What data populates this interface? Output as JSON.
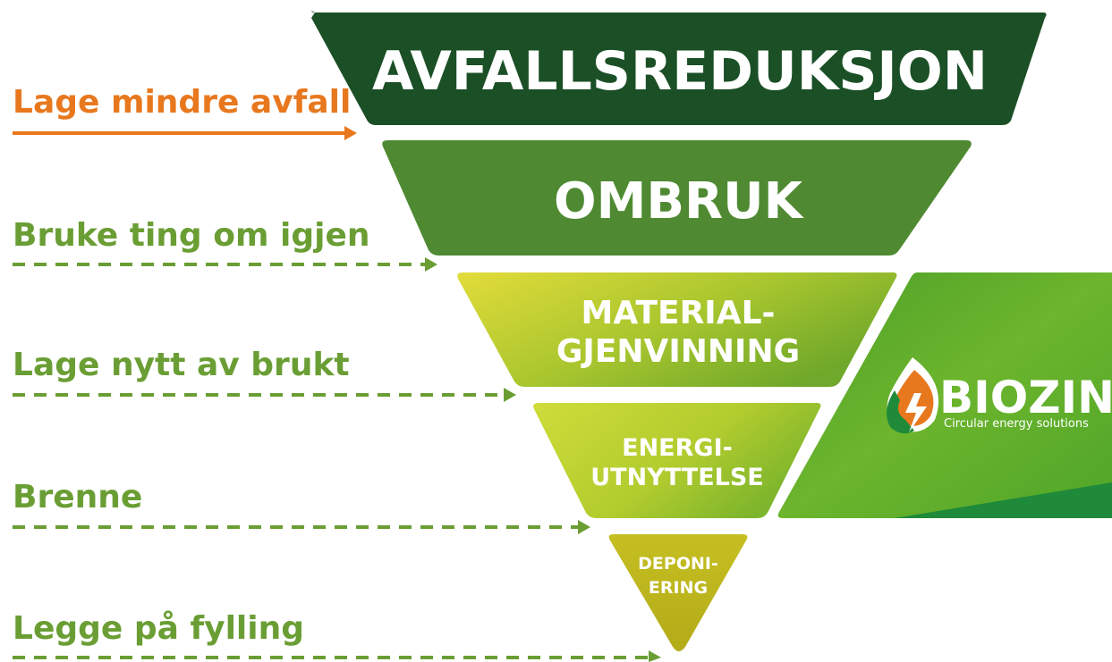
{
  "levels": [
    {
      "title_lines": [
        "AVFALLSREDUKSJON"
      ],
      "caption": "Lage mindre avfall",
      "fill": "#1b4f26",
      "caption_color": "#e8781e"
    },
    {
      "title_lines": [
        "OMBRUK"
      ],
      "caption": "Bruke ting om igjen",
      "fill": "#4f8a32",
      "caption_color": "#6a9e34"
    },
    {
      "title_lines": [
        "MATERIAL-",
        "GJENVINNING"
      ],
      "caption": "Lage nytt av brukt",
      "fill": "#95bd2c",
      "caption_color": "#6a9e34"
    },
    {
      "title_lines": [
        "ENERGI-",
        "UTNYTTELSE"
      ],
      "caption": "Brenne",
      "fill": "#b4c92e",
      "caption_color": "#6a9e34"
    },
    {
      "title_lines": [
        "DEPONI-",
        "ERING"
      ],
      "caption": "Legge på fylling",
      "fill": "#b9b31c",
      "caption_color": "#6a9e34"
    }
  ],
  "brand": {
    "name": "BIOZIN",
    "tagline": "Circular energy solutions",
    "panel_color": "#5fae2a",
    "accent_color": "#1f8a3a"
  },
  "colors": {
    "orange": "#e8781e",
    "green": "#6a9e34"
  }
}
